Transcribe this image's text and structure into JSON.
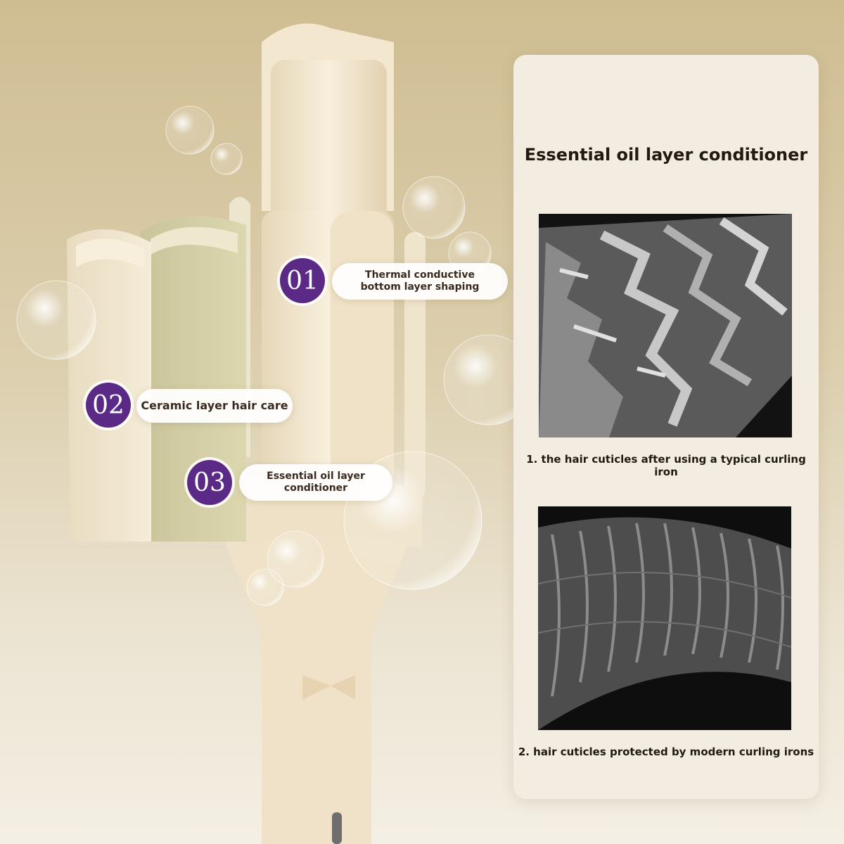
{
  "callouts": [
    {
      "number": "01",
      "label_line1": "Thermal conductive",
      "label_line2": "bottom layer shaping"
    },
    {
      "number": "02",
      "label": "Ceramic layer hair care"
    },
    {
      "number": "03",
      "label_line1": "Essential oil layer",
      "label_line2": "conditioner"
    }
  ],
  "panel": {
    "title": "Essential oil layer conditioner",
    "images": [
      {
        "caption": "1. the hair cuticles after using a typical curling iron"
      },
      {
        "caption": "2. hair cuticles protected by modern curling irons"
      }
    ]
  },
  "colors": {
    "badge": "#5b2a86",
    "background_top": "#cfbd92",
    "background_bottom": "#f4efe4",
    "panel": "#f3ede1",
    "product": "#f1e6cf"
  }
}
